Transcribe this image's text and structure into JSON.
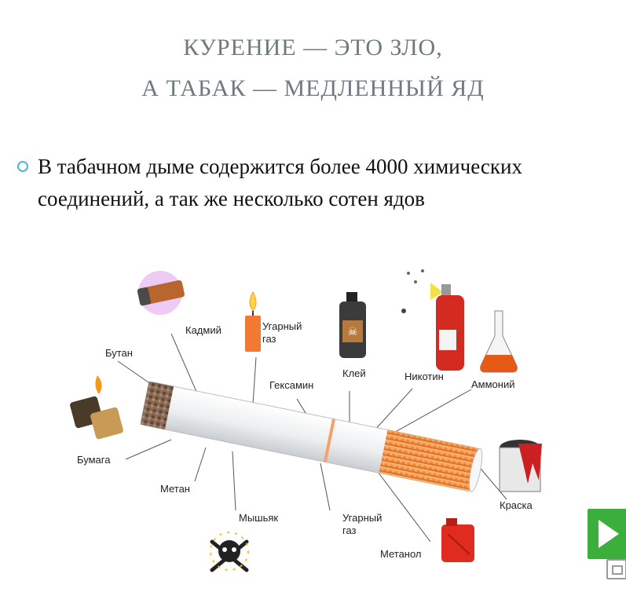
{
  "slide": {
    "title_line1": "КУРЕНИЕ — ЭТО ЗЛО,",
    "title_line2": "А ТАБАК — МЕДЛЕННЫЙ ЯД",
    "bullet_text": "В табачном дыме содержится более 4000 химических соединений, а так же несколько сотен ядов"
  },
  "labels": {
    "butan": "Бутан",
    "kadmiy": "Кадмий",
    "ugarny_top_1": "Угарный",
    "ugarny_top_2": "газ",
    "kley": "Клей",
    "geksamin": "Гексамин",
    "nikotin": "Никотин",
    "ammoniy": "Аммоний",
    "bumaga": "Бумага",
    "metan": "Метан",
    "myshyak": "Мышьяк",
    "ugarny_bottom_1": "Угарный",
    "ugarny_bottom_2": "газ",
    "metanol": "Метанол",
    "kraska": "Краска"
  },
  "icons": [
    "battery-icon",
    "candle-icon",
    "poison-bottle-icon",
    "spray-can-icon",
    "flask-icon",
    "lighter-icon",
    "paint-bucket-icon",
    "skull-crossbones-icon",
    "fuel-canister-icon",
    "next-slide-icon",
    "slide-overview-icon"
  ],
  "colors": {
    "title": "#6d7a80",
    "bullet": "#49b6d6",
    "filter": "#f08a3c",
    "nav": "#3cae3c"
  }
}
